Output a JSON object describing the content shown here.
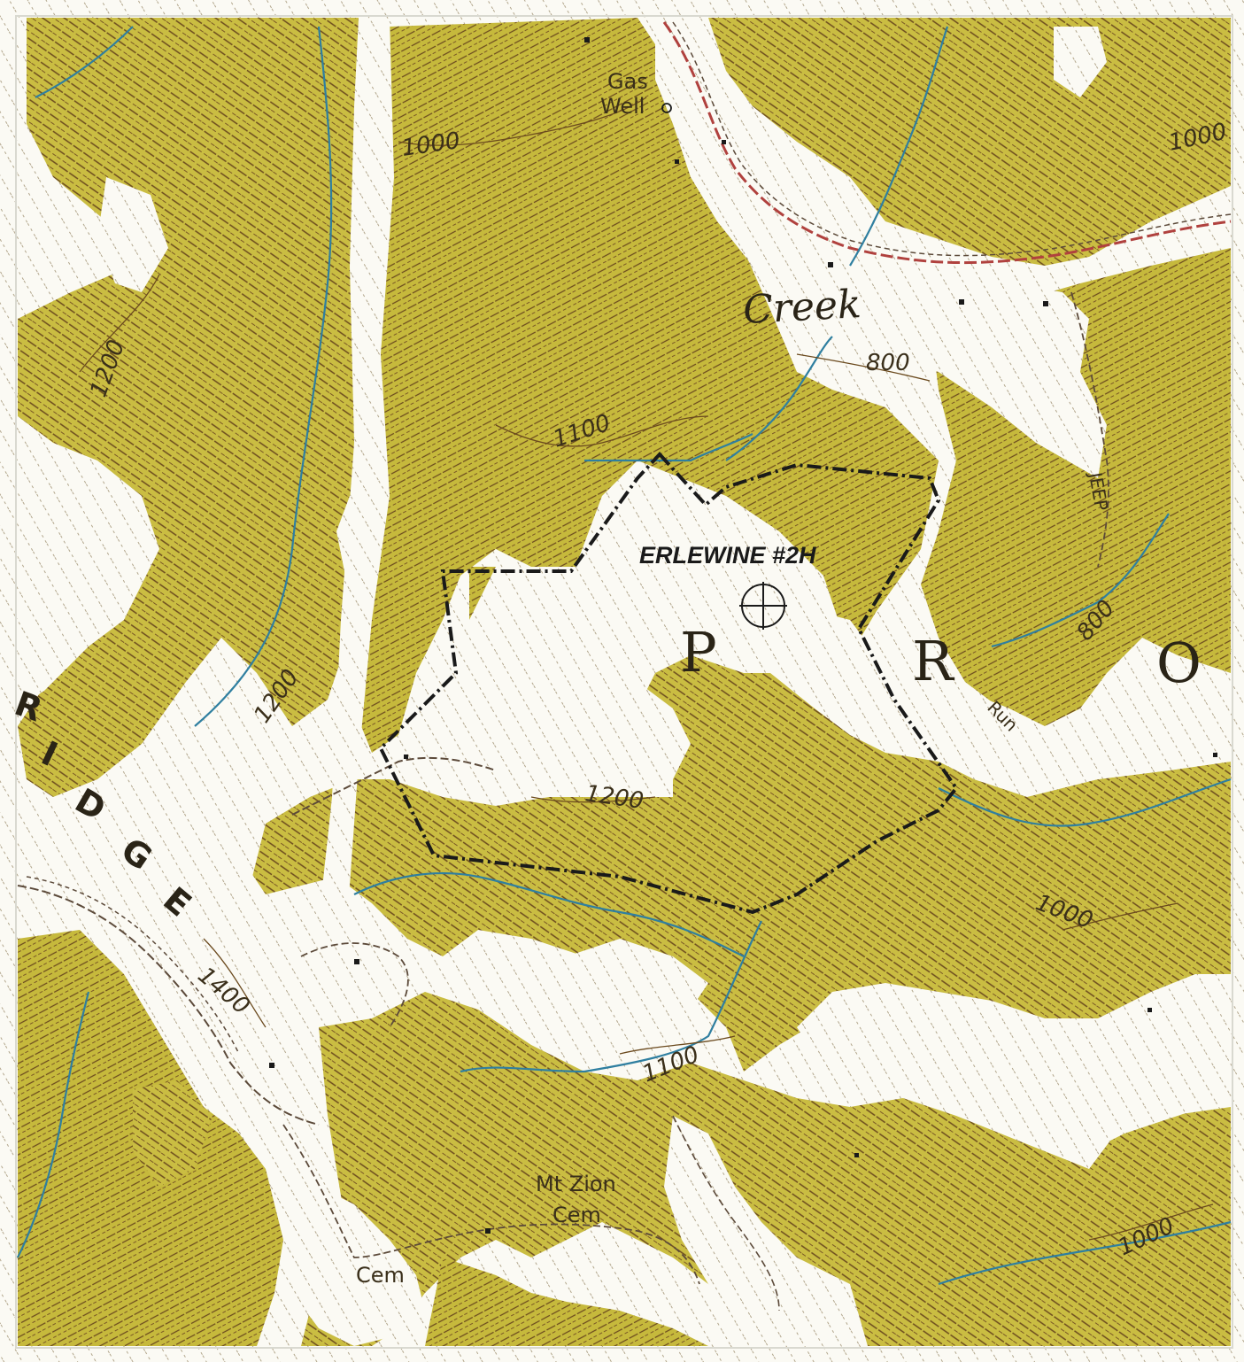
{
  "map": {
    "well_name": "ERLEWINE #2H",
    "feature_labels": {
      "gas_well_line1": "Gas",
      "gas_well_line2": "Well",
      "creek": "Creek",
      "mt_zion_line1": "Mt Zion",
      "mt_zion_line2": "Cem",
      "cem": "Cem",
      "jeep": "JEEP",
      "run": "Run"
    },
    "contour_labels": {
      "c1000_top": "1000",
      "c1000_right": "1000",
      "c1200_left": "1200",
      "c800_creek": "800",
      "c1100_center": "1100",
      "c1200_ridge": "1200",
      "c1200_south": "1200",
      "c800_right": "800",
      "c1000_southeast": "1000",
      "c1400": "1400",
      "c1100_south": "1100",
      "c1000_bottom": "1000"
    },
    "region_letters": {
      "p": "P",
      "r": "R",
      "o": "O"
    },
    "ridge_letters": [
      "R",
      "I",
      "D",
      "G",
      "E"
    ],
    "colors": {
      "woodland": "#c9bd3f",
      "woodland_dark": "#a89a2a",
      "contour": "#6b4a1e",
      "stream": "#2f7fa0",
      "road": "#b0413e",
      "boundary": "#1a1a1a",
      "clearing": "#ffffff"
    },
    "icons": {
      "well_symbol": "crosshair-circle-icon",
      "gas_well_symbol": "small-circle-icon"
    }
  }
}
